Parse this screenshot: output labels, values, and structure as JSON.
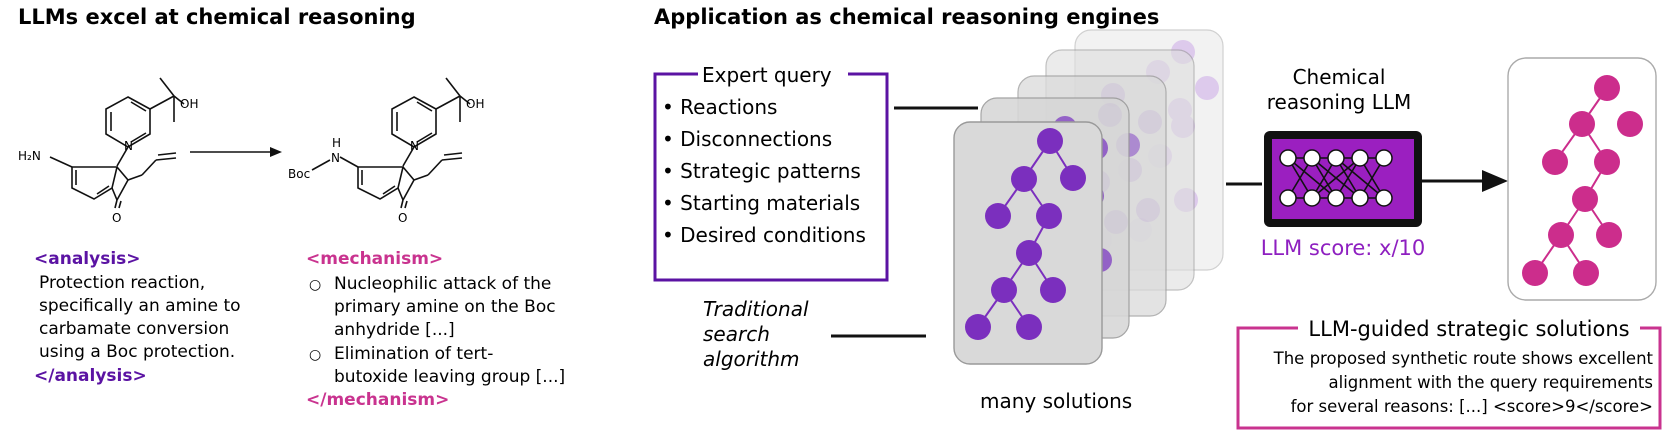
{
  "left_panel": {
    "title": "LLMs excel at chemical reasoning",
    "reactant": {
      "label_nh2": "H₂N",
      "label_oh": "OH",
      "label_o": "O",
      "ring_n": "N"
    },
    "product": {
      "label_boc": "Boc",
      "label_nh": "H",
      "label_n_amide": "N",
      "label_oh": "OH",
      "label_o": "O",
      "ring_n": "N"
    },
    "analysis": {
      "open_tag": "<analysis>",
      "lines": [
        "Protection reaction,",
        "specifically an amine to",
        "carbamate conversion",
        "using a Boc protection."
      ],
      "close_tag": "</analysis>"
    },
    "mechanism": {
      "open_tag": "<mechanism>",
      "bullet_glyph": "○",
      "items": [
        {
          "lines": [
            "Nucleophilic attack of the",
            "primary amine on the Boc",
            "anhydride [...]"
          ]
        },
        {
          "lines": [
            "Elimination of tert-",
            "butoxide leaving group [...]"
          ]
        }
      ],
      "close_tag": "</mechanism>"
    }
  },
  "right_panel": {
    "title": "Application as chemical reasoning engines",
    "expert_query": {
      "title": "Expert query",
      "items": [
        "• Reactions",
        "• Disconnections",
        "• Strategic patterns",
        "• Starting materials",
        "• Desired conditions"
      ]
    },
    "traditional_search": {
      "lines": [
        "Traditional",
        "search",
        "algorithm"
      ]
    },
    "many_solutions_label": "many solutions",
    "llm": {
      "title_lines": [
        "Chemical",
        "reasoning LLM"
      ],
      "score_label": "LLM score: x/10"
    },
    "guided": {
      "title": "LLM-guided strategic solutions",
      "lines": [
        "The proposed synthetic route shows excellent",
        "alignment with the query requirements",
        "for several reasons: [...] <score>9</score>"
      ]
    }
  },
  "colors": {
    "purple_dark": "#5b13a3",
    "purple_tree": "#7b2fbe",
    "magenta": "#c9338f",
    "magenta_tree": "#cc2d8c",
    "llm_purple": "#9b1fc0",
    "llm_text": "#8e1fc0",
    "card_fill": "#d9d9d9",
    "card_stroke": "#999999",
    "line_dark": "#111111"
  }
}
